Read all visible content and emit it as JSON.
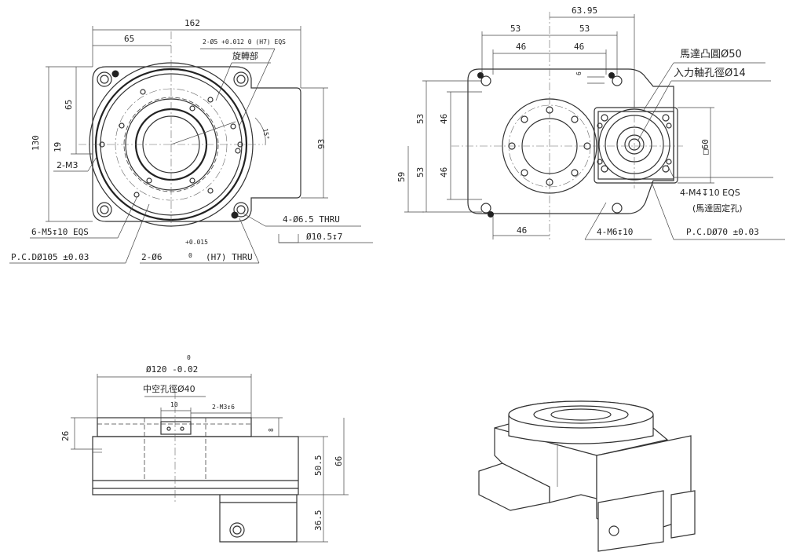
{
  "top_left_view": {
    "dim_162": "162",
    "dim_65": "65",
    "dim_130": "130",
    "dim_65v": "65",
    "dim_19": "19",
    "dim_93": "93",
    "label_2m3": "2-M3",
    "tol_hole": "2-Ø5 +0.012 0 (H7) EQS",
    "rotating_part": "旋轉部",
    "angle_15": "15°",
    "label_6m5": "6-M5↧10 EQS",
    "label_pcd105": "P.C.DØ105 ±0.03",
    "label_2phi6": "2-Ø6",
    "label_2phi6_tol_top": "+0.015",
    "label_2phi6_tol_bot": "0",
    "label_2phi6_h7": "(H7) THRU",
    "label_4phi65": "4-Ø6.5 THRU",
    "label_phi105": "Ø10.5↧7"
  },
  "top_right_view": {
    "dim_6395": "63.95",
    "dim_53a": "53",
    "dim_53b": "53",
    "dim_46a": "46",
    "dim_46b": "46",
    "dim_6": "6",
    "dim_53v1": "53",
    "dim_46v1": "46",
    "dim_59": "59",
    "dim_53v2": "53",
    "dim_46v2": "46",
    "dim_46bottom": "46",
    "label_motor_boss": "馬達凸圓Ø50",
    "label_input_shaft": "入力軸孔徑Ø14",
    "label_sq60": "□60",
    "label_4m4": "4-M4↧10 EQS",
    "label_motor_fix": "(馬達固定孔)",
    "label_4m6": "4-M6↧10",
    "label_pcd70": "P.C.DØ70 ±0.03"
  },
  "bottom_left_view": {
    "tol_zero": "0",
    "label_phi120": "Ø120 -0.02",
    "label_hollow": "中空孔徑Ø40",
    "dim_10": "10",
    "label_2m3_6": "2-M3↧6",
    "dim_26": "26",
    "dim_8": "8",
    "dim_505": "50.5",
    "dim_66": "66",
    "dim_365": "36.5"
  }
}
